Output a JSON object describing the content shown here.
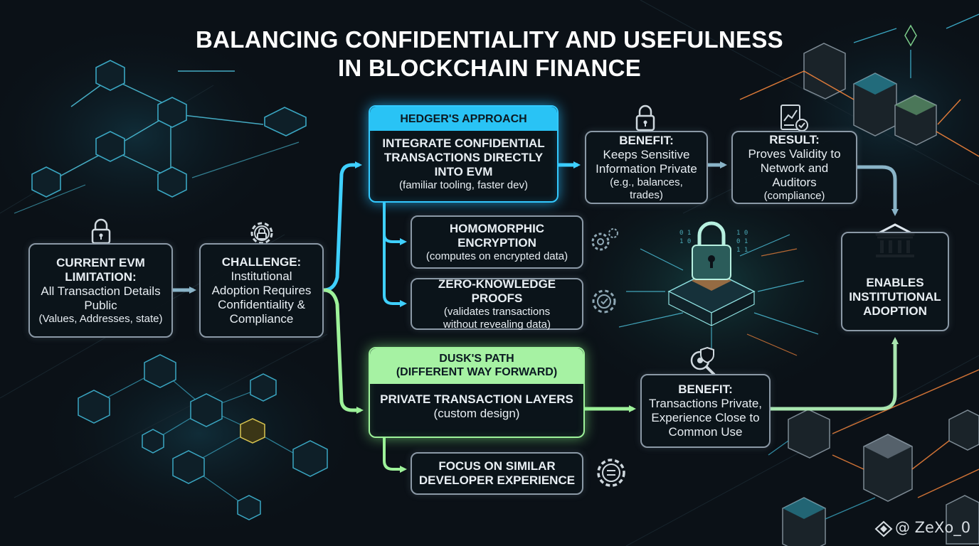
{
  "title": {
    "line1": "BALANCING CONFIDENTIALITY AND USEFULNESS",
    "line2": "IN BLOCKCHAIN FINANCE"
  },
  "nodes": {
    "current": {
      "title": "CURRENT EVM",
      "title2": "LIMITATION:",
      "line1": "All Transaction Details",
      "line2": "Public",
      "line3": "(Values, Addresses, state)"
    },
    "challenge": {
      "title": "CHALLENGE:",
      "line1": "Institutional",
      "line2": "Adoption Requires",
      "line3": "Confidentiality &",
      "line4": "Compliance"
    },
    "hedger": {
      "header": "HEDGER'S APPROACH",
      "line1": "INTEGRATE CONFIDENTIAL",
      "line2": "TRANSACTIONS DIRECTLY",
      "line3": "INTO EVM",
      "note": "(familiar tooling, faster dev)"
    },
    "homomorphic": {
      "line1": "HOMOMORPHIC",
      "line2": "ENCRYPTION",
      "note": "(computes on encrypted data)"
    },
    "zkp": {
      "line1": "ZERO-KNOWLEDGE PROOFS",
      "note1": "(validates transactions",
      "note2": "without revealing data)"
    },
    "benefit1": {
      "title": "BENEFIT:",
      "line1": "Keeps Sensitive",
      "line2": "Information Private",
      "note": "(e.g., balances, trades)"
    },
    "result": {
      "title": "RESULT:",
      "line1": "Proves Validity to",
      "line2": "Network and Auditors",
      "note": "(compliance)"
    },
    "enables": {
      "line1": "ENABLES",
      "line2": "INSTITUTIONAL",
      "line3": "ADOPTION"
    },
    "dusk": {
      "header1": "DUSK'S PATH",
      "header2": "(DIFFERENT WAY FORWARD)",
      "line1": "PRIVATE TRANSACTION LAYERS",
      "note": "(custom design)"
    },
    "focus": {
      "line1": "FOCUS ON SIMILAR",
      "line2": "DEVELOPER EXPERIENCE"
    },
    "benefit2": {
      "title": "BENEFIT:",
      "line1": "Transactions Private,",
      "line2": "Experience Close to",
      "line3": "Common Use"
    }
  },
  "watermark": {
    "text": "@ ZeXo_0"
  },
  "colors": {
    "blue_accent": "#33c9ff",
    "green_accent": "#9ef29a",
    "orange_accent": "#ff8a3d",
    "box_border": "#8b99a6",
    "background": "#0b1117"
  },
  "icons": [
    "lock-icon",
    "gear-lock-icon",
    "lock-icon",
    "chart-check-icon",
    "bank-icon",
    "shield-search-icon",
    "gear-check-icon",
    "gear-code-icon",
    "gear-icon"
  ]
}
